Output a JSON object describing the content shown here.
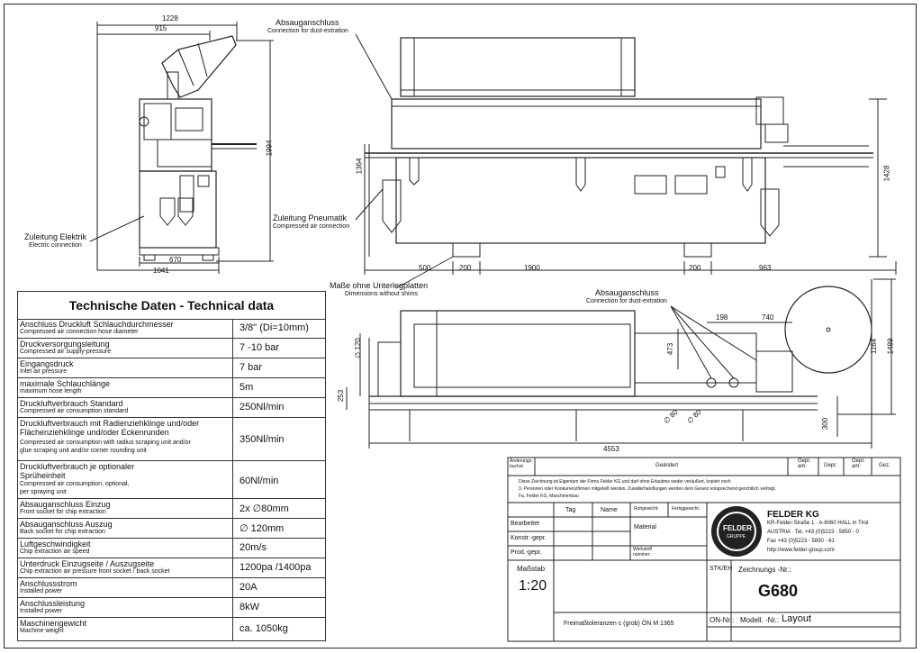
{
  "dimensions": {
    "side": {
      "d1228": "1228",
      "d915": "915",
      "d1994": "1994",
      "d670": "670",
      "d1041": "1041"
    },
    "front": {
      "d1364": "1364",
      "d1428": "1428",
      "d500": "500",
      "d200a": "200",
      "d1900": "1900",
      "d200b": "200",
      "d963": "963"
    },
    "top": {
      "d198": "198",
      "d740": "740",
      "d473": "473",
      "d120": "∅ 120",
      "d253": "253",
      "d80a": "∅ 80",
      "d80b": "∅ 80",
      "d300": "300",
      "d1164": "1164",
      "d1489": "1489",
      "d4553": "4553"
    }
  },
  "callouts": {
    "dust_de": "Absauganschluss",
    "dust_en": "Connection for dust-extration",
    "pneu_de": "Zuleitung Pneumatik",
    "pneu_en": "Compressed air connection",
    "elec_de": "Zuleitung Elektrik",
    "elec_en": "Electric connection",
    "shims_de": "Maße ohne Unterlegplatten",
    "shims_en": "Dimensions without shims",
    "dust2_de": "Absauganschluss",
    "dust2_en": "Connection for dust-extration"
  },
  "tech": {
    "title": "Technische Daten - Technical data",
    "rows": [
      {
        "de": "Anschluss Druckluft Schlauchdurchmesser",
        "en": "Compressed air connection hose diameter",
        "value": "3/8\" (Di=10mm)"
      },
      {
        "de": "Druckversorgungsleitung",
        "en": "Compressed air supply-pressure",
        "value": "7 -10 bar"
      },
      {
        "de": "Eingangsdruck",
        "en": "Inlet air pressure",
        "value": "7 bar"
      },
      {
        "de": "maximale Schlauchlänge",
        "en": "maximum hose length",
        "value": "5m"
      },
      {
        "de": "Druckluftverbrauch Standard",
        "en": "Compressed air consumption standard",
        "value": "250Nl/min"
      },
      {
        "de": "Druckluftverbrauch mit Radienziehklinge und/oder",
        "de2": "Flächenziehklinge und/oder Eckenrunden",
        "en": "Compressed air consumption with radius scraping unit and/or",
        "en2": "glue scraping unit and/or corner rounding unit",
        "value": "350Nl/min"
      },
      {
        "de": "Druckluftverbrauch je optionaler",
        "de2": "Sprüheinheit",
        "en": "Compressed air consumption, optional,",
        "en2": "per spraying unit",
        "value": "60Nl/min"
      },
      {
        "de": "Absauganschluss Einzug",
        "en": "Front socket for chip extraction",
        "value": "2x ∅80mm"
      },
      {
        "de": "Absauganschluss Auszug",
        "en": "Back socket for chip extraction",
        "value": "∅ 120mm"
      },
      {
        "de": "Luftgeschwindigkeit",
        "en": "Chip extraction air speed",
        "value": "20m/s"
      },
      {
        "de": "Unterdruck Einzugseite / Auszugseite",
        "en": "Chip extraction air pressure front socket / back socket",
        "value": "1200pa /1400pa"
      },
      {
        "de": "Anschlussstrom",
        "en": "Installed power",
        "value": "20A"
      },
      {
        "de": "Anschlussleistung",
        "en": "Installed power",
        "value": "8kW"
      },
      {
        "de": "Maschinengewicht",
        "en": "Machine weight",
        "value": "ca. 1050kg"
      }
    ]
  },
  "titleblock": {
    "aend_label": "Änderungs-\nbuchst.",
    "geandert": "Geändert",
    "gepr_am": "Gepr.\nam:",
    "gepr": "Gepr.",
    "gepr_am2": "Gepr.\nam:",
    "gez": "Gez.",
    "notice": "Diese Zeichnung ist Eigentum der Firma Felder KG und darf ohne Erlaubnis weder veräußert, kopiert noch\n3. Personen oder Konkurrenzfirmen mitgeteilt werden. Zuwiderhandlungen werden dem Gesetz entsprechend gerichtlich verfolgt.\nFa. Felder KG, Maschinenbau",
    "tag": "Tag",
    "name": "Name",
    "rohgewicht": "Rohgewicht:",
    "fertiggewicht": "Fertiggewicht:",
    "bearbeitet": "Bearbeitet",
    "konstr": "Konstr.-gepr.",
    "prod": "Prod.-gepr.",
    "material": "Material",
    "werkstoff": "Werkstoff\nnummer:",
    "company": "FELDER KG",
    "addr1": "KR-Felder-Straße 1 · A-6060 HALL in Tirol",
    "addr2": "AUSTRIA · Tel. +43 (0)5223 - 5850 - 0",
    "addr3": "Fax +43 (0)5223 - 5850 - 61",
    "addr4": "http://www.felder-group.com",
    "logo_text": "FELDER",
    "logo_sub": "GRUPPE",
    "massstab_label": "Maßstab",
    "massstab": "1:20",
    "stkeh": "STK/EH",
    "zeichnungs_label": "Zeichnungs -Nr.:",
    "zeichnungs": "G680",
    "freimass": "Freimaßtoleranzen  c (grob)  ÖN M 1365",
    "on_nr": "ON-Nr.:",
    "modell_label": "Modell. -Nr.:",
    "modell": "Layout"
  }
}
